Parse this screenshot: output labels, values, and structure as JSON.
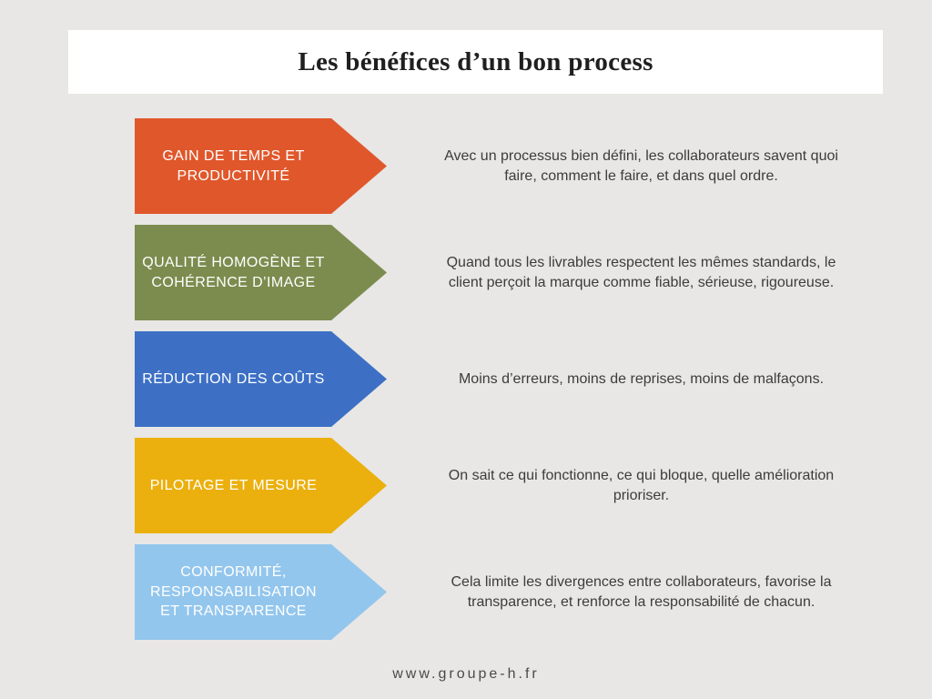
{
  "page": {
    "title": "Les bénéfices d’un bon process",
    "footer": "www.groupe-h.fr"
  },
  "benefits": [
    {
      "label": "GAIN DE TEMPS ET PRODUCTIVITÉ",
      "description": "Avec un processus bien défini, les collaborateurs savent quoi faire, comment le faire, et dans quel ordre.",
      "color": "#E0572B"
    },
    {
      "label": "QUALITÉ HOMOGÈNE ET COHÉRENCE D’IMAGE",
      "description": "Quand tous les livrables respectent les mêmes standards, le client perçoit la marque comme fiable, sérieuse, rigoureuse.",
      "color": "#7C8C4E"
    },
    {
      "label": "RÉDUCTION DES COÛTS",
      "description": "Moins d’erreurs, moins de reprises, moins de malfaçons.",
      "color": "#3D70C5"
    },
    {
      "label": "PILOTAGE ET MESURE",
      "description": "On sait ce qui fonctionne, ce qui bloque, quelle amélioration prioriser.",
      "color": "#EBB00D"
    },
    {
      "label": "CONFORMITÉ, RESPONSABILISATION ET TRANSPARENCE",
      "description": "Cela limite les divergences entre collaborateurs, favorise la transparence, et renforce la responsabilité de chacun.",
      "color": "#93C6ED"
    }
  ]
}
